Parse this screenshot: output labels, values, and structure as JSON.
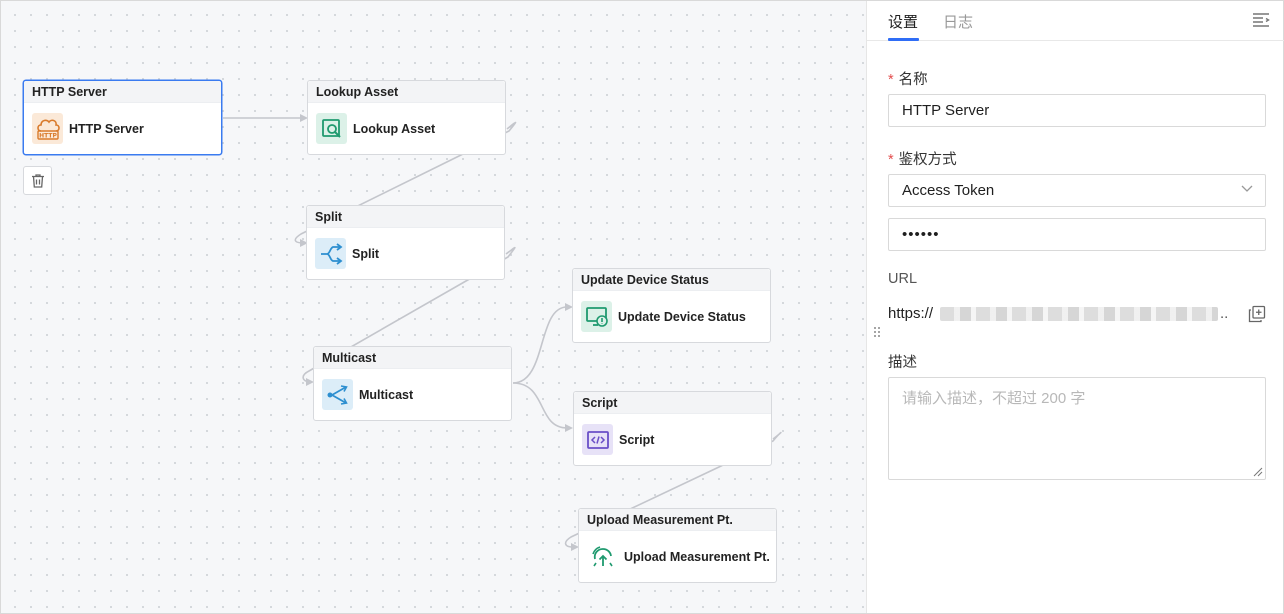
{
  "nodes": {
    "http_server": {
      "title": "HTTP Server",
      "label": "HTTP Server",
      "icon": "http-cloud-icon",
      "color": "#d97a2b"
    },
    "lookup_asset": {
      "title": "Lookup Asset",
      "label": "Lookup Asset",
      "icon": "asset-search-icon",
      "color": "#1f9a6f"
    },
    "split": {
      "title": "Split",
      "label": "Split",
      "icon": "split-icon",
      "color": "#2d8fd0"
    },
    "multicast": {
      "title": "Multicast",
      "label": "Multicast",
      "icon": "multicast-icon",
      "color": "#2d8fd0"
    },
    "update_device_status": {
      "title": "Update Device Status",
      "label": "Update Device Status",
      "icon": "device-status-icon",
      "color": "#1f9a6f"
    },
    "script": {
      "title": "Script",
      "label": "Script",
      "icon": "script-code-icon",
      "color": "#6a4fc7"
    },
    "upload_measurement": {
      "title": "Upload Measurement Pt.",
      "label": "Upload Measurement Pt.",
      "icon": "upload-measurement-icon",
      "color": "#1f9a6f"
    }
  },
  "panel": {
    "tabs": [
      {
        "label": "设置"
      },
      {
        "label": "日志"
      }
    ],
    "name": {
      "label": "名称",
      "value": "HTTP Server"
    },
    "auth": {
      "label": "鉴权方式",
      "selected": "Access Token",
      "secret": "••••••"
    },
    "url": {
      "label": "URL",
      "prefix": "https://",
      "ellipsis": ".."
    },
    "description": {
      "label": "描述",
      "placeholder": "请输入描述，不超过 200 字"
    }
  },
  "colors": {
    "accent": "#2f6df6",
    "selected_border": "#3a7bf0",
    "required": "#e34d4d"
  }
}
